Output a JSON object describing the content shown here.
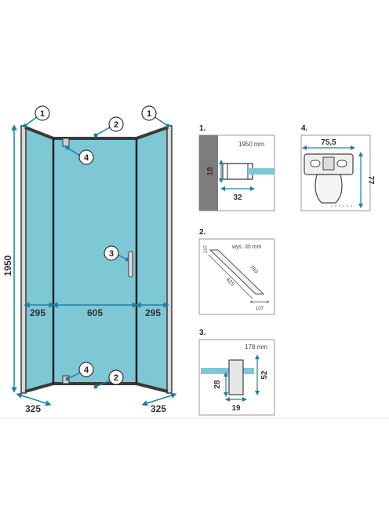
{
  "colors": {
    "glass": "#7ec8d6",
    "frame": "#3a3a3a",
    "accent": "#1d7fa6",
    "wall": "#7d7d7d",
    "panel_border": "#9a9a9a",
    "dim_text": "#333333"
  },
  "main": {
    "height_label": "1950",
    "side_width_left": "295",
    "door_width": "605",
    "side_width_right": "295",
    "base_left": "325",
    "base_right": "325",
    "callouts": {
      "top_left_hinge": "1",
      "top_right_hinge": "1",
      "top_bar": "2",
      "bottom_bar": "2",
      "handle": "3",
      "top_fitting": "4",
      "bottom_fitting": "4"
    }
  },
  "details": {
    "d1": {
      "title": "1.",
      "height_text": "1950 mm",
      "dim_18": "18",
      "dim_32": "32"
    },
    "d2": {
      "title": "2.",
      "height_text": "wys. 30 mm",
      "dim_107_left": "107",
      "dim_760": "760",
      "dim_625": "625",
      "dim_107_bottom": "107"
    },
    "d3": {
      "title": "3.",
      "length_text": "178 mm",
      "dim_52": "52",
      "dim_28": "28",
      "dim_19": "19"
    },
    "d4": {
      "title": "4.",
      "dim_75": "75,5",
      "dim_77": "77"
    }
  }
}
